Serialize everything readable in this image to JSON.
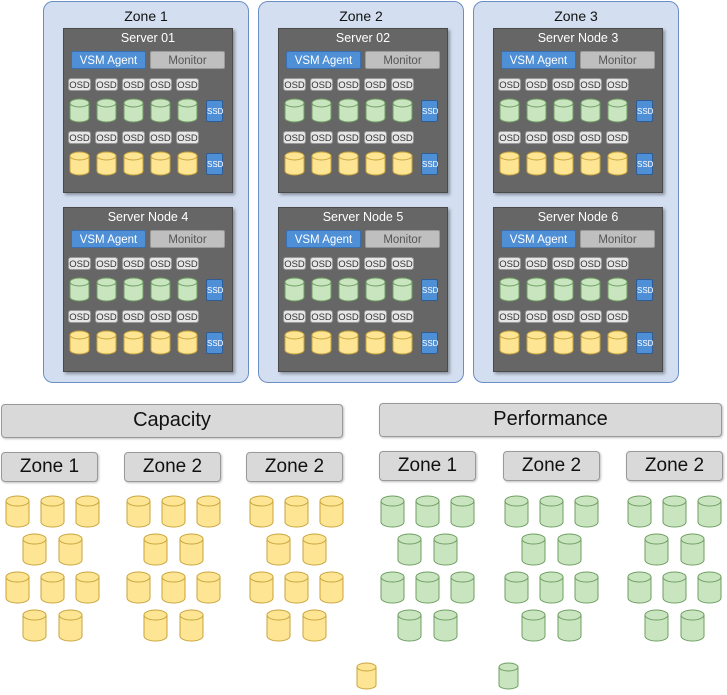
{
  "zones": [
    {
      "title": "Zone 1",
      "servers": [
        "Server 01",
        "Server Node 4"
      ]
    },
    {
      "title": "Zone 2",
      "servers": [
        "Server 02",
        "Server Node 5"
      ]
    },
    {
      "title": "Zone 3",
      "servers": [
        "Server Node 3",
        "Server Node 6"
      ]
    }
  ],
  "labels": {
    "agent": "VSM Agent",
    "monitor": "Monitor",
    "osd": "OSD",
    "ssd": "SSD"
  },
  "pools": {
    "capacity": {
      "title": "Capacity",
      "zones": [
        "Zone 1",
        "Zone 2",
        "Zone 2"
      ]
    },
    "performance": {
      "title": "Performance",
      "zones": [
        "Zone 1",
        "Zone 2",
        "Zone 2"
      ]
    }
  },
  "colors": {
    "hdd": "#fde594",
    "hdd_stroke": "#c9a53c",
    "sdd": "#c9e5c0",
    "sdd_stroke": "#6f9e62",
    "zone_bg": "#d3dff1",
    "agent": "#4f8fd6"
  },
  "icons": {
    "capacity_disk": "yellow-disk-cylinder-icon",
    "performance_disk": "green-disk-cylinder-icon"
  }
}
